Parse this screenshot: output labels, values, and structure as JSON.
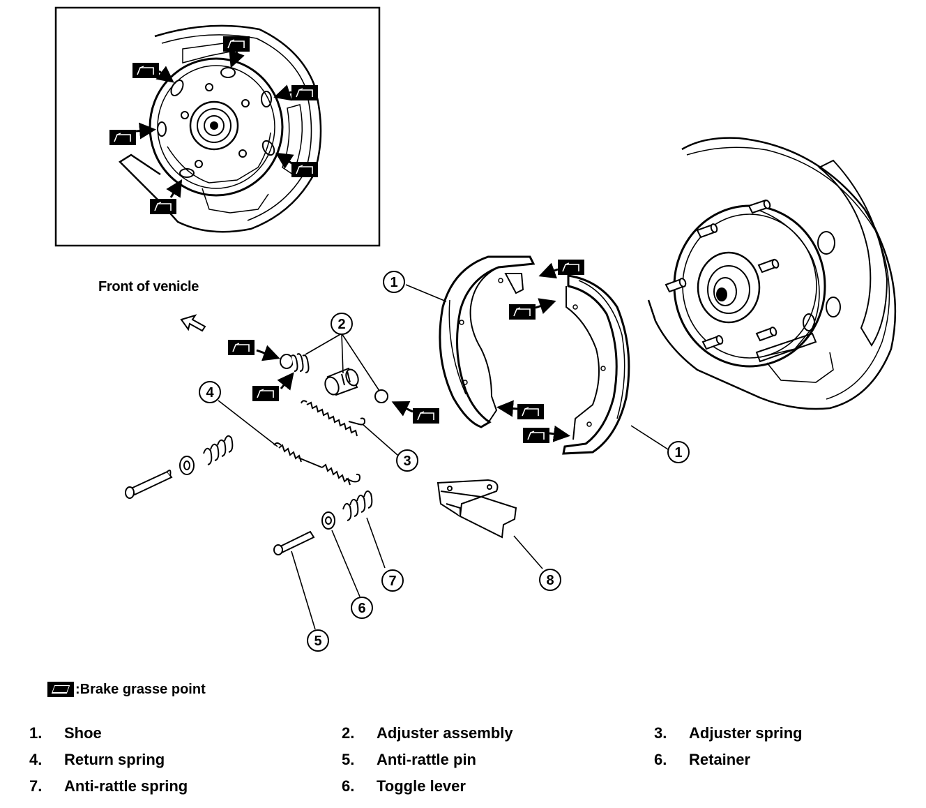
{
  "diagram": {
    "front_label": "Front of venicle",
    "grease_legend": ":Brake grasse point",
    "callouts": [
      "1",
      "2",
      "3",
      "4",
      "5",
      "6",
      "7",
      "8"
    ]
  },
  "parts": [
    {
      "num": "1.",
      "name": "Shoe"
    },
    {
      "num": "2.",
      "name": "Adjuster assembly"
    },
    {
      "num": "3.",
      "name": "Adjuster spring"
    },
    {
      "num": "4.",
      "name": "Return spring"
    },
    {
      "num": "5.",
      "name": "Anti-rattle pin"
    },
    {
      "num": "6.",
      "name": "Retainer"
    },
    {
      "num": "7.",
      "name": "Anti-rattle spring"
    },
    {
      "num": "6.",
      "name": "Toggle lever"
    }
  ],
  "icons": {
    "grease": "brake-grease-point-icon",
    "front_arrow": "front-direction-arrow-icon"
  }
}
